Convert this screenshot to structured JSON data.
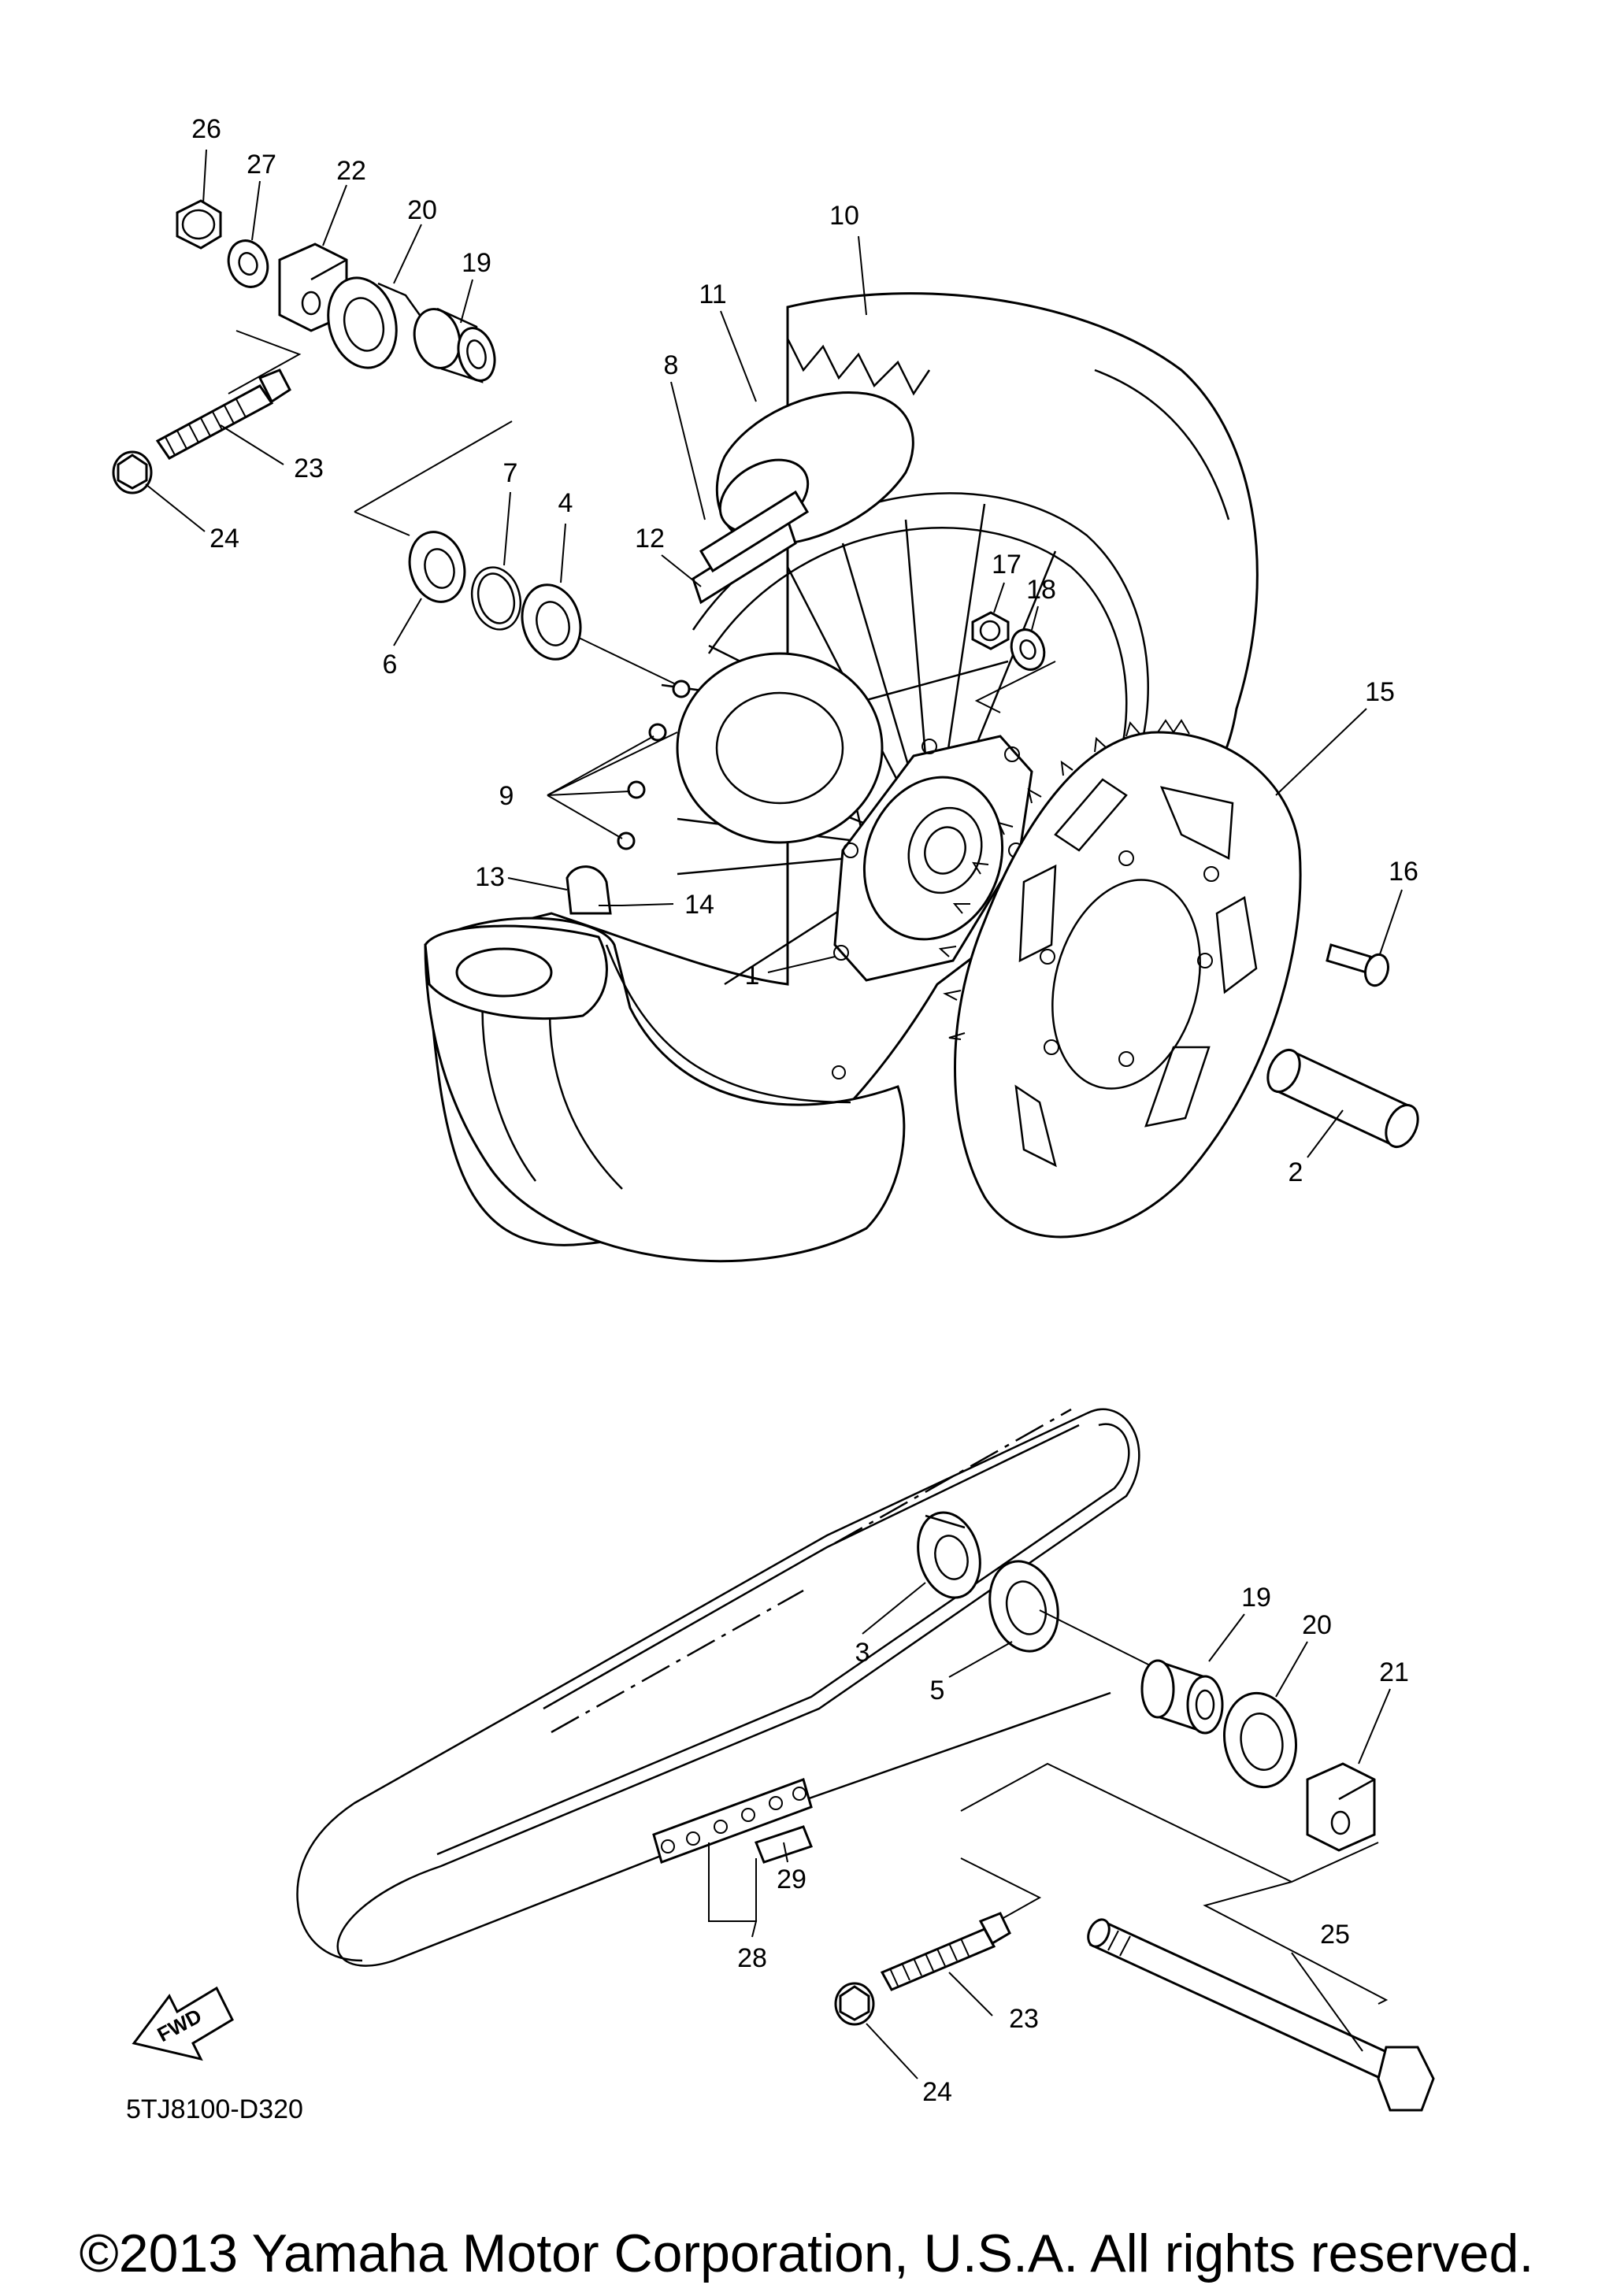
{
  "diagram_code": "5TJ8100-D320",
  "copyright": "©2013 Yamaha Motor Corporation, U.S.A. All rights reserved.",
  "fwd_label": "FWD",
  "callouts": [
    "26",
    "27",
    "22",
    "20",
    "19",
    "23",
    "24",
    "7",
    "4",
    "6",
    "10",
    "11",
    "8",
    "12",
    "17",
    "18",
    "9",
    "15",
    "16",
    "13",
    "14",
    "1",
    "2",
    "3",
    "5",
    "19",
    "20",
    "21",
    "29",
    "28",
    "25",
    "23",
    "24"
  ]
}
